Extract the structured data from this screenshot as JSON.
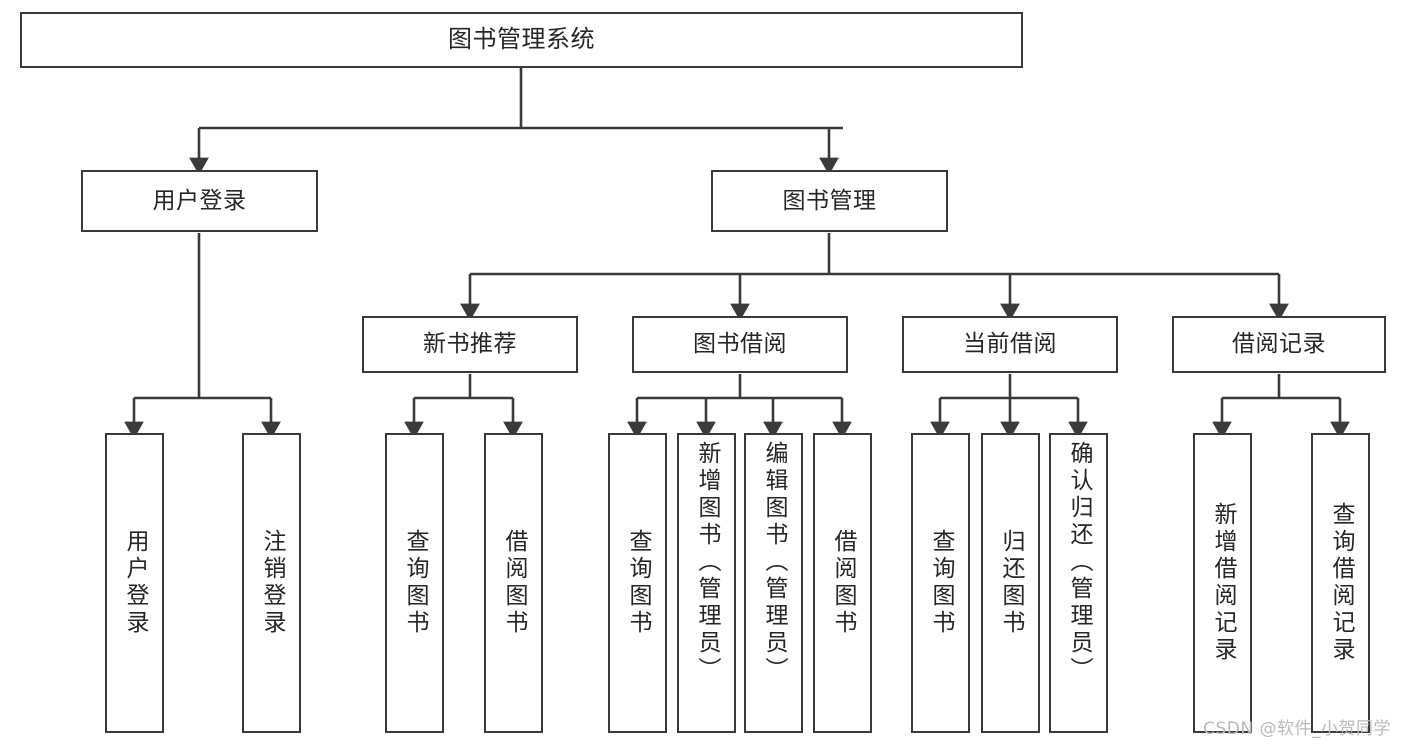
{
  "diagram": {
    "type": "tree-hierarchy",
    "title": "图书管理系统",
    "stroke_color": "#3a3a3a",
    "fill_color": "#ffffff",
    "text_color": "#262626",
    "nodes": {
      "root": {
        "label": "图书管理系统",
        "level": 1
      },
      "user_login": {
        "label": "用户登录",
        "level": 2
      },
      "book_manage": {
        "label": "图书管理",
        "level": 2
      },
      "new_book_rec": {
        "label": "新书推荐",
        "level": 3
      },
      "book_borrow": {
        "label": "图书借阅",
        "level": 3
      },
      "current_borrow": {
        "label": "当前借阅",
        "level": 3
      },
      "borrow_record": {
        "label": "借阅记录",
        "level": 3
      },
      "leaf_user_login": {
        "label": "用户登录",
        "level": 3
      },
      "leaf_logout": {
        "label": "注销登录",
        "level": 3
      },
      "leaf_query_book_1": {
        "label": "查询图书",
        "level": 4
      },
      "leaf_borrow_book_1": {
        "label": "借阅图书",
        "level": 4
      },
      "leaf_query_book_2": {
        "label": "查询图书",
        "level": 4
      },
      "leaf_add_book": {
        "label": "新增图书（管理员）",
        "level": 4
      },
      "leaf_edit_book": {
        "label": "编辑图书（管理员）",
        "level": 4
      },
      "leaf_borrow_book_2": {
        "label": "借阅图书",
        "level": 4
      },
      "leaf_query_book_3": {
        "label": "查询图书",
        "level": 4
      },
      "leaf_return_book": {
        "label": "归还图书",
        "level": 4
      },
      "leaf_confirm_return": {
        "label": "确认归还（管理员）",
        "level": 4
      },
      "leaf_add_record": {
        "label": "新增借阅记录",
        "level": 4
      },
      "leaf_query_record": {
        "label": "查询借阅记录",
        "level": 4
      }
    },
    "edges": [
      {
        "from": "root",
        "to": "user_login"
      },
      {
        "from": "root",
        "to": "book_manage"
      },
      {
        "from": "user_login",
        "to": "leaf_user_login"
      },
      {
        "from": "user_login",
        "to": "leaf_logout"
      },
      {
        "from": "book_manage",
        "to": "new_book_rec"
      },
      {
        "from": "book_manage",
        "to": "book_borrow"
      },
      {
        "from": "book_manage",
        "to": "current_borrow"
      },
      {
        "from": "book_manage",
        "to": "borrow_record"
      },
      {
        "from": "new_book_rec",
        "to": "leaf_query_book_1"
      },
      {
        "from": "new_book_rec",
        "to": "leaf_borrow_book_1"
      },
      {
        "from": "book_borrow",
        "to": "leaf_query_book_2"
      },
      {
        "from": "book_borrow",
        "to": "leaf_add_book"
      },
      {
        "from": "book_borrow",
        "to": "leaf_edit_book"
      },
      {
        "from": "book_borrow",
        "to": "leaf_borrow_book_2"
      },
      {
        "from": "current_borrow",
        "to": "leaf_query_book_3"
      },
      {
        "from": "current_borrow",
        "to": "leaf_return_book"
      },
      {
        "from": "current_borrow",
        "to": "leaf_confirm_return"
      },
      {
        "from": "borrow_record",
        "to": "leaf_add_record"
      },
      {
        "from": "borrow_record",
        "to": "leaf_query_record"
      }
    ]
  },
  "watermark": {
    "text": "CSDN @软件_小贺同学"
  }
}
